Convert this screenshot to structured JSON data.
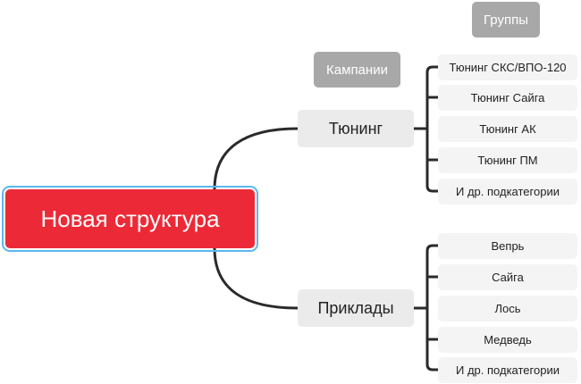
{
  "root": {
    "label": "Новая структура",
    "color": "#ec2a37"
  },
  "labels": {
    "campaigns": "Кампании",
    "groups": "Группы"
  },
  "branches": [
    {
      "label": "Тюнинг",
      "children": [
        "Тюнинг СКС/ВПО-120",
        "Тюнинг Сайга",
        "Тюнинг АК",
        "Тюнинг ПМ",
        "И др. подкатегории"
      ]
    },
    {
      "label": "Приклады",
      "children": [
        "Вепрь",
        "Сайга",
        "Лось",
        "Медведь",
        "И др. подкатегории"
      ]
    }
  ]
}
